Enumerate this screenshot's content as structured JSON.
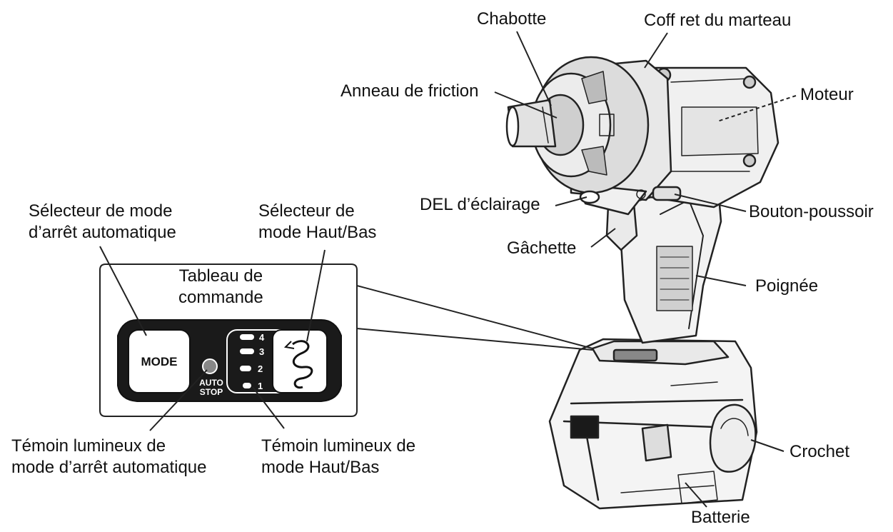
{
  "labels": {
    "chabotte": "Chabotte",
    "coffret": "Coff ret du marteau",
    "anneau": "Anneau de friction",
    "moteur": "Moteur",
    "del": "DEL d’éclairage",
    "bouton": "Bouton-poussoir",
    "gachette": "Gâchette",
    "poignee": "Poignée",
    "crochet": "Crochet",
    "batterie": "Batterie",
    "selecteur_auto": "Sélecteur de mode\nd’arrêt automatique",
    "selecteur_hautbas": "Sélecteur de\nmode Haut/Bas",
    "tableau": "Tableau de\ncommande",
    "temoin_auto": "Témoin lumineux de\nmode d’arrêt automatique",
    "temoin_hautbas": "Témoin lumineux de\nmode Haut/Bas"
  },
  "panel": {
    "mode_button": "MODE",
    "auto_stop_top": "AUTO",
    "auto_stop_bottom": "STOP",
    "levels": [
      "4",
      "3",
      "2",
      "1"
    ]
  },
  "colors": {
    "ink": "#111111",
    "panel_black": "#1a1a1a",
    "tool_shade": "#e6e6e6",
    "line": "#222222"
  }
}
